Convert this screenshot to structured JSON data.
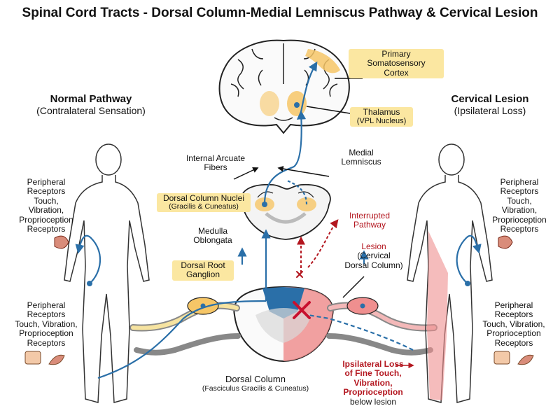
{
  "title": "Spinal Cord Tracts - Dorsal Column-Medial Lemniscus Pathway & Cervical Lesion",
  "colors": {
    "blue": "#2a6fa8",
    "red": "#b3161f",
    "highlight": "#fbe7a1",
    "cortex_yellow": "#f6c667",
    "lesion_pink": "#ef8f8f"
  },
  "normal": {
    "heading": "Normal Pathway",
    "subheading": "(Contralateral Sensation)"
  },
  "lesion_side": {
    "heading": "Cervical Lesion",
    "subheading": "(Ipsilateral Loss)"
  },
  "labels": {
    "primary_cortex": [
      "Primary",
      "Somatosensory",
      "Cortex"
    ],
    "thalamus": "Thalamus",
    "vpl": "(VPL Nucleus)",
    "internal_arcuate": [
      "Internal Arcuate",
      "Fibers"
    ],
    "medial_lemniscus": [
      "Medial",
      "Lemniscus"
    ],
    "dorsal_column_nuclei": "Dorsal Column Nuclei",
    "gracilis_cuneatus": "(Gracilis & Cuneatus)",
    "medulla": [
      "Medulla",
      "Oblongata"
    ],
    "interrupted": [
      "Interrupted",
      "Pathway"
    ],
    "lesion": [
      "Lesion",
      "(Cervical",
      "Dorsal Column)"
    ],
    "dorsal_root_ganglion": [
      "Dorsal Root",
      "Ganglion"
    ],
    "dorsal_column": "Dorsal Column",
    "fasciculus": "(Fasciculus Gracilis & Cuneatus)",
    "ipsilateral_loss": [
      "Ipsilateral Loss",
      "of Fine Touch,",
      "Vibration,",
      "Proprioception",
      "below lesion"
    ]
  },
  "receptors_upper_left": [
    "Peripheral",
    "Receptors",
    "Touch,",
    "Vibration,",
    "Proprioception",
    "Receptors"
  ],
  "receptors_lower_left": [
    "Peripheral",
    "Receptors",
    "Touch, Vibration,",
    "Proprioception",
    "Receptors"
  ],
  "receptors_upper_right": [
    "Peripheral",
    "Receptors",
    "Touch,",
    "Vibration,",
    "Proprioception",
    "Receptors"
  ],
  "receptors_lower_right": [
    "Peripheral",
    "Receptors",
    "Touch, Vibration,",
    "Proprioception",
    "Receptors"
  ]
}
